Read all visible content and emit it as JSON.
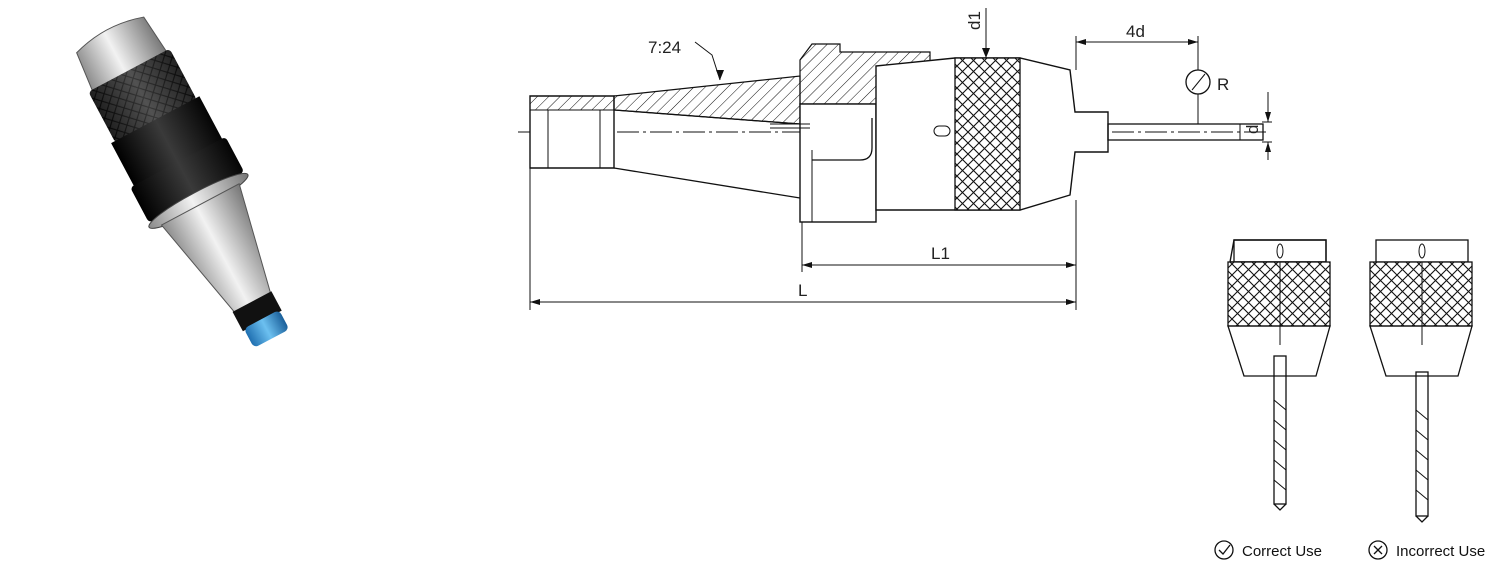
{
  "labels": {
    "taper_ratio": "7:24",
    "d1": "d1",
    "four_d": "4d",
    "runout": "R",
    "d": "d",
    "l1": "L1",
    "l": "L"
  },
  "usage": {
    "correct": "Correct Use",
    "incorrect": "Incorrect Use"
  },
  "icons": {
    "correct": "checkmark-circle-icon",
    "incorrect": "x-circle-icon"
  },
  "colors": {
    "line": "#111111",
    "tool_body": "#0d0d0d",
    "tool_steel": "#c8c8c8",
    "tool_cap": "#3a8fd0"
  }
}
